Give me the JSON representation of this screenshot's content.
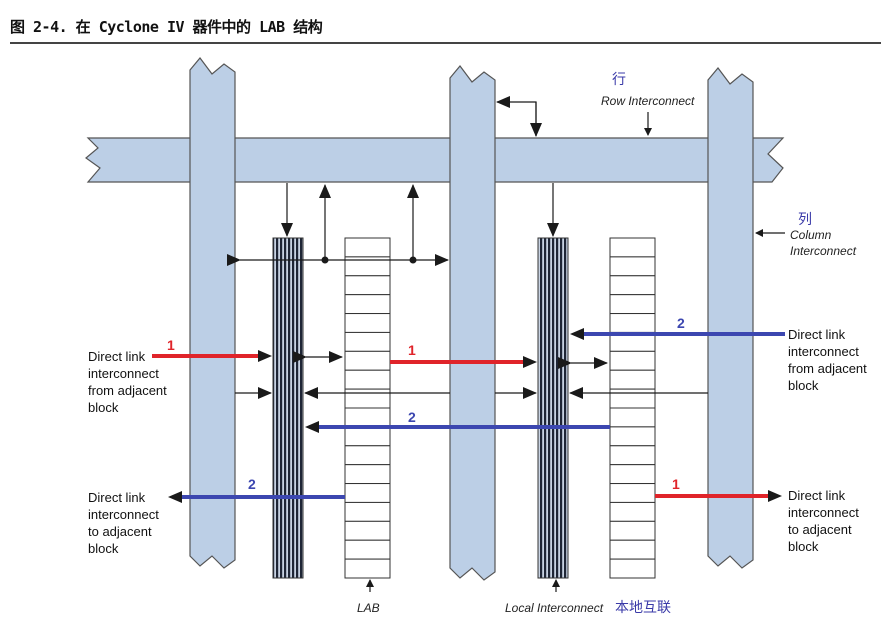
{
  "title": "图 2-4. 在 Cyclone IV 器件中的 LAB 结构",
  "labels": {
    "row_cn": "行",
    "row_en": "Row Interconnect",
    "col_cn": "列",
    "col_en_1": "Column",
    "col_en_2": "Interconnect",
    "lab": "LAB",
    "local_en": "Local Interconnect",
    "local_cn": "本地互联",
    "from_left": [
      "Direct link",
      "interconnect",
      "from adjacent",
      "block"
    ],
    "to_left": [
      "Direct link",
      "interconnect",
      "to adjacent",
      "block"
    ],
    "from_right": [
      "Direct link",
      "interconnect",
      "from adjacent",
      "block"
    ],
    "to_right": [
      "Direct link",
      "interconnect",
      "to adjacent",
      "block"
    ]
  },
  "numbers": {
    "red": "1",
    "blue": "2"
  },
  "colors": {
    "bar": "#bccfe6",
    "red": "#e0242a",
    "blue": "#3c47b0",
    "dark": "#1a1a1a"
  }
}
